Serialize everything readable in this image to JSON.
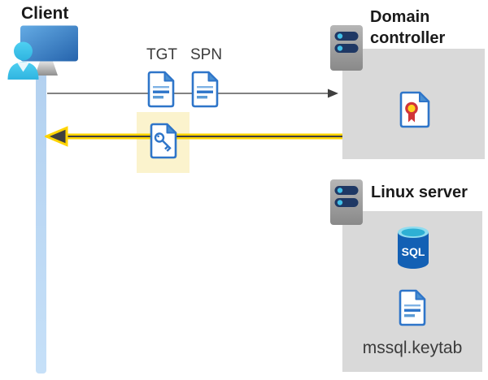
{
  "labels": {
    "client": "Client",
    "tgt": "TGT",
    "spn": "SPN",
    "domain_controller": "Domain controller",
    "linux_server": "Linux server",
    "keytab_file": "mssql.keytab",
    "sql_badge": "SQL"
  },
  "icons": {
    "client": "monitor-icon, person-icon",
    "servers": "server-icon",
    "tickets": "document-icon",
    "session_key": "key-document-icon",
    "domain_controller_content": "certificate-icon",
    "linux_server_content": "sql-database-icon, document-icon"
  },
  "colors": {
    "doc_outline_blue": "#2e75c9",
    "doc_fold_blue": "#4a90d2",
    "doc_line_light_blue": "#7fb2e5",
    "monitor_blue_start": "#64abe4",
    "monitor_blue_end": "#2563ac",
    "person_cyan": "#3ec1e9",
    "timeline_bar_blue": "#bcd7f4",
    "panel_gray": "#d9d9d9",
    "server_gray": "#9a9a9a",
    "server_slot_navy": "#1f3864",
    "server_dot_cyan": "#41c0e8",
    "arrow_dark": "#3f3f3f",
    "highlight_yellow": "#ffd400",
    "highlight_pale_yellow": "#fbf3cd",
    "cert_seal_red": "#d13438",
    "cert_seal_yellow": "#ffd21e",
    "sql_body_blue": "#1360b4",
    "sql_top_cyan": "#2eb0d4",
    "text_dark": "#1a1a1a",
    "text_gray": "#3b3b3b"
  }
}
